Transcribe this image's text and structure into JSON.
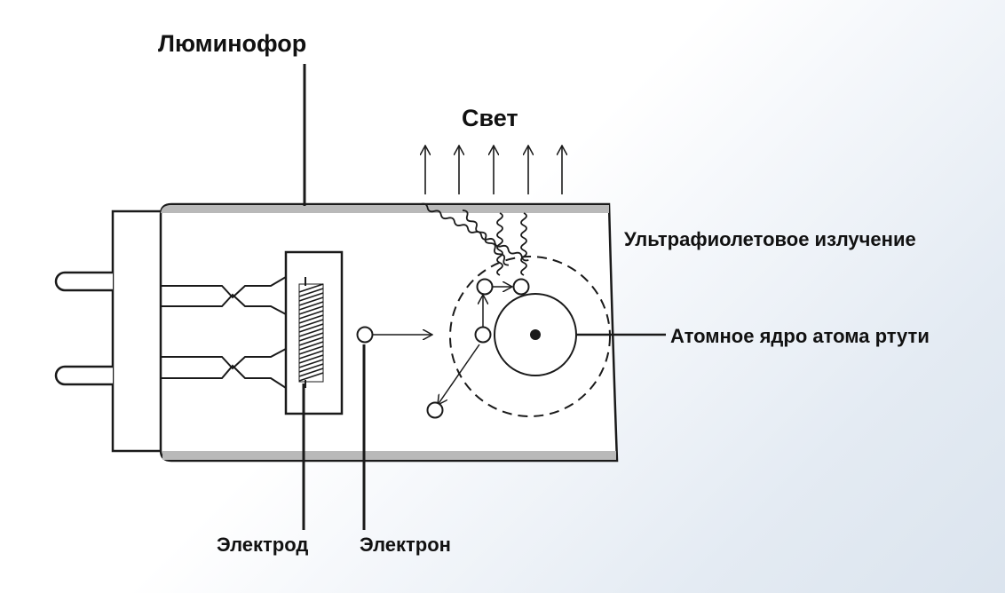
{
  "labels": {
    "phosphor": "Люминофор",
    "light": "Свет",
    "uv_radiation": "Ультрафиолетовое излучение",
    "nucleus": "Атомное ядро атома ртути",
    "electrode": "Электрод",
    "electron": "Электрон"
  },
  "colors": {
    "line": "#1a1a1a",
    "phosphor_coating": "#b9b9b9",
    "tube_fill": "#ffffff"
  }
}
